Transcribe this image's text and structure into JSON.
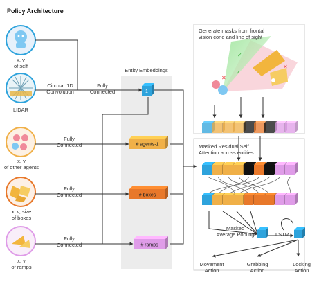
{
  "title": "Policy Architecture",
  "inputs": [
    {
      "id": "self",
      "label_lines": [
        "x, v",
        "of self"
      ],
      "connector_lines": []
    },
    {
      "id": "lidar",
      "label_lines": [
        "LIDAR"
      ],
      "connector_lines": [
        "Circular 1D",
        "Convolution"
      ]
    },
    {
      "id": "agents",
      "label_lines": [
        "x, v",
        "of other agents"
      ],
      "connector_lines": [
        "Fully",
        "Connected"
      ]
    },
    {
      "id": "boxes",
      "label_lines": [
        "x, v, size",
        "of boxes"
      ],
      "connector_lines": [
        "Fully",
        "Connected"
      ]
    },
    {
      "id": "ramps",
      "label_lines": [
        "x, v",
        "of ramps"
      ],
      "connector_lines": [
        "Fully",
        "Connected"
      ]
    }
  ],
  "self_fc_lines": [
    "Fully",
    "Connected"
  ],
  "entity_panel": {
    "title": "Entity Embeddings",
    "blocks": [
      {
        "id": "self-embed",
        "label": "1",
        "color": "#2ea3dc"
      },
      {
        "id": "agents-embed",
        "label": "# agents-1",
        "color": "#f0b048"
      },
      {
        "id": "boxes-embed",
        "label": "# boxes",
        "color": "#e8782a"
      },
      {
        "id": "ramps-embed",
        "label": "# ramps",
        "color": "#df9ce8"
      }
    ]
  },
  "mask_panel": {
    "title_lines": [
      "Generate masks from frontal",
      "vision cone and line of sight"
    ]
  },
  "attention": {
    "title_lines": [
      "Masked Residual Self",
      "Attention across entities"
    ]
  },
  "pooling_lines": [
    "Masked",
    "Average Pooling"
  ],
  "lstm_label": "LSTM",
  "outputs": [
    {
      "id": "movement",
      "label_lines": [
        "Movement",
        "Action"
      ]
    },
    {
      "id": "grabbing",
      "label_lines": [
        "Grabbing",
        "Action"
      ]
    },
    {
      "id": "locking",
      "label_lines": [
        "Locking",
        "Action"
      ]
    }
  ],
  "colors": {
    "self": "#2ea3dc",
    "agents": "#f0b048",
    "boxes": "#e8782a",
    "ramps": "#df9ce8",
    "masked": "#111111",
    "panel_bg": "#ececec",
    "line": "#333333"
  }
}
